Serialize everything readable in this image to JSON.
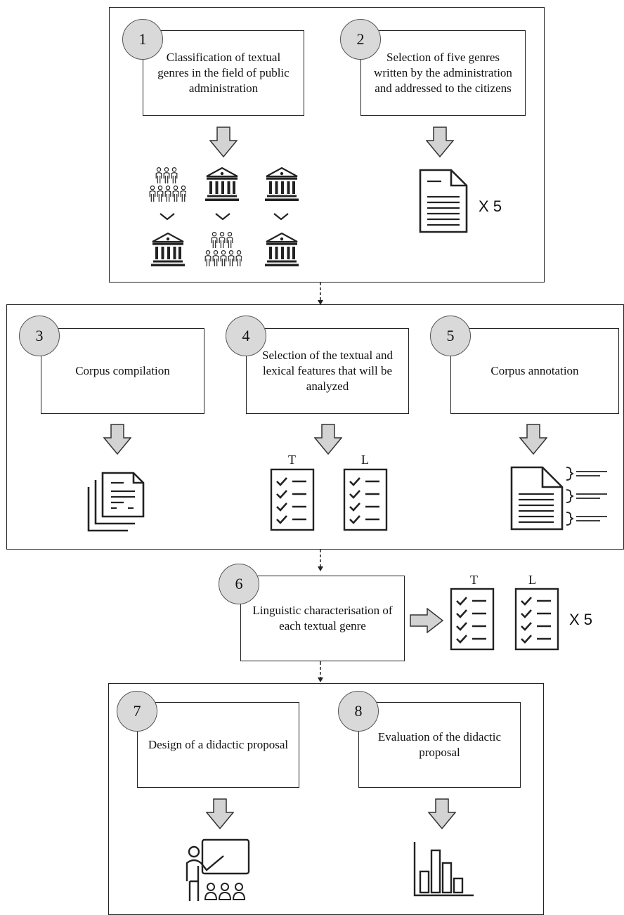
{
  "steps": [
    {
      "num": "1",
      "text": "Classification of textual genres in the field of public administration"
    },
    {
      "num": "2",
      "text": "Selection of five genres written by the administration and addressed to the citizens"
    },
    {
      "num": "3",
      "text": "Corpus compilation"
    },
    {
      "num": "4",
      "text": "Selection of the textual and lexical features that will be analyzed"
    },
    {
      "num": "5",
      "text": "Corpus annotation"
    },
    {
      "num": "6",
      "text": "Linguistic characterisation of each textual genre"
    },
    {
      "num": "7",
      "text": "Design of a didactic proposal"
    },
    {
      "num": "8",
      "text": "Evaluation of the didactic proposal"
    }
  ],
  "multipliers": {
    "step2": "X 5",
    "step6": "X 5"
  },
  "checklist_labels": {
    "textual": "T",
    "lexical": "L"
  },
  "icons": {
    "down_arrow": "block-arrow-down-icon",
    "right_arrow": "block-arrow-right-icon",
    "institution": "institution-building-icon",
    "citizens": "people-group-icon",
    "document": "document-icon",
    "documents_stack": "documents-stack-icon",
    "checklist": "checklist-icon",
    "annotated_document": "annotated-document-icon",
    "teacher": "teacher-presentation-icon",
    "bar_chart": "bar-chart-icon"
  },
  "colors": {
    "badge_fill": "#d9d9d9",
    "arrow_fill": "#d3d3d3",
    "stroke": "#222222"
  }
}
